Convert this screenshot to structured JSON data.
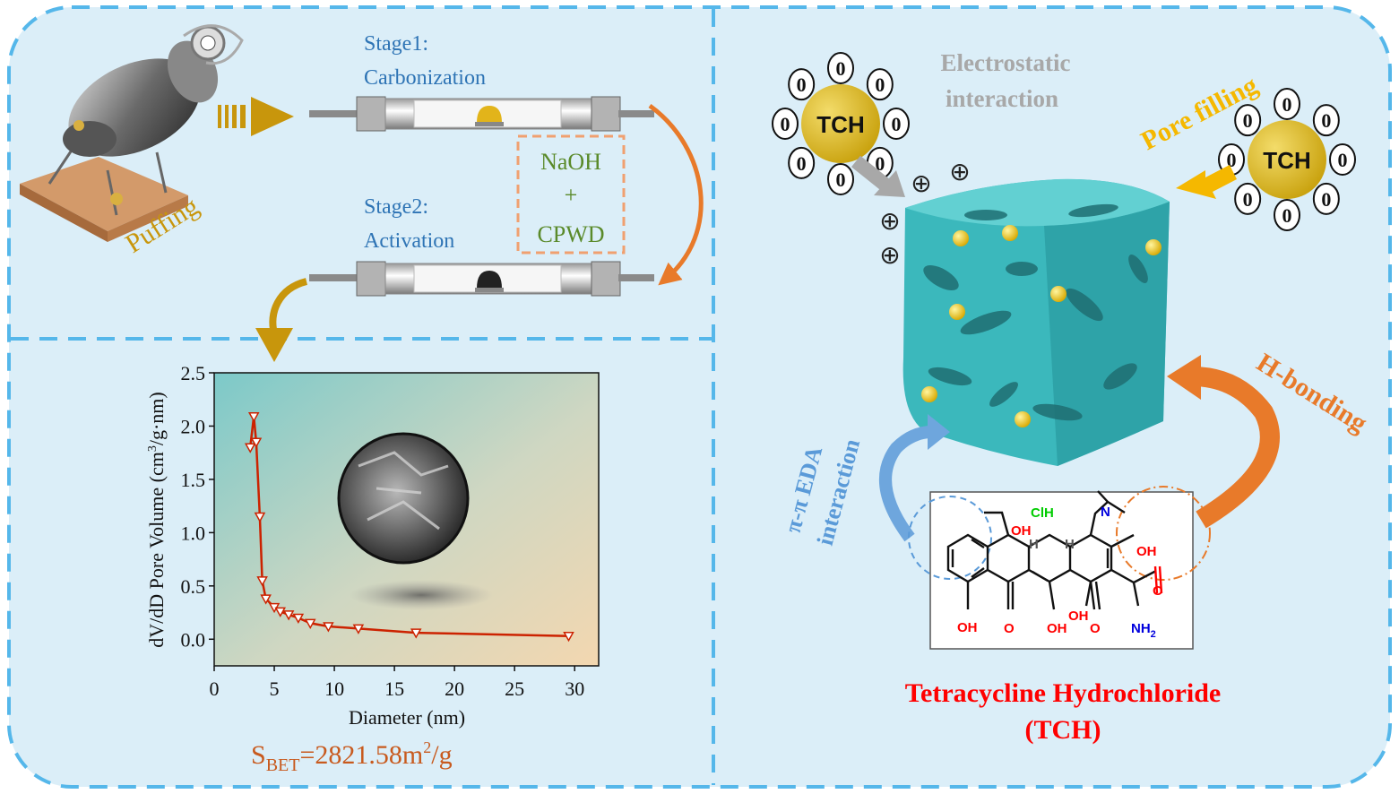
{
  "left_top": {
    "puffing_label": "Puffing",
    "stage1_line1": "Stage1:",
    "stage1_line2": "Carbonization",
    "stage2_line1": "Stage2:",
    "stage2_line2": "Activation",
    "reagent_line1": "NaOH",
    "reagent_line2": "+",
    "reagent_line3": "CPWD"
  },
  "sbet": {
    "prefix": "S",
    "subscript": "BET",
    "value": "=2821.58m",
    "sup": "2",
    "unit": "/g"
  },
  "right": {
    "electrostatic_line1": "Electrostatic",
    "electrostatic_line2": "interaction",
    "pore_filling": "Pore filling",
    "h_bonding": "H-bonding",
    "pi_line1": "π-π EDA",
    "pi_line2": "interaction",
    "tch": "TCH",
    "zero": "0",
    "plus": "⊕",
    "compound_line1": "Tetracycline Hydrochloride",
    "compound_line2": "(TCH)",
    "mol_labels": {
      "clh": "ClH",
      "oh": "OH",
      "h": "H",
      "n": "N",
      "o": "O",
      "nh2": "NH",
      "nh2_sub": "2"
    }
  },
  "colors": {
    "panel_bg": "#dbeef8",
    "dash": "#55b7ea",
    "stage_text": "#2e74b5",
    "reagent_text": "#5a8a2a",
    "reagent_box": "#f0a070",
    "puffing": "#c8960c",
    "curve": "#cc2200",
    "sbet": "#c85a1e",
    "tch_ball": "#e0b820",
    "cube": "#3bb8bc",
    "electrostatic": "#a8a8a8",
    "pore_filling": "#f5b800",
    "h_bonding": "#e87a2a",
    "pi": "#5a9ad8",
    "compound": "#ff0000"
  },
  "chart_data": {
    "type": "line",
    "title": "",
    "xlabel": "Diameter (nm)",
    "ylabel": "dV/dD Pore Volume (cm3/g·nm)",
    "ylabel_parts": [
      "dV/dD Pore Volume (cm",
      "3",
      "/g·nm)"
    ],
    "xlim": [
      0,
      32
    ],
    "ylim": [
      -0.25,
      2.5
    ],
    "xticks": [
      0,
      5,
      10,
      15,
      20,
      25,
      30
    ],
    "yticks": [
      0.0,
      0.5,
      1.0,
      1.5,
      2.0,
      2.5
    ],
    "ytick_labels": [
      "0.0",
      "0.5",
      "1.0",
      "1.5",
      "2.0",
      "2.5"
    ],
    "xtick_labels": [
      "0",
      "5",
      "10",
      "15",
      "20",
      "25",
      "30"
    ],
    "series": [
      {
        "x": [
          3.0,
          3.3,
          3.5,
          3.8,
          4.0,
          4.3,
          5.0,
          5.5,
          6.2,
          7.0,
          8.0,
          9.5,
          12.0,
          16.8,
          29.5
        ],
        "y": [
          1.8,
          2.09,
          1.85,
          1.15,
          0.55,
          0.38,
          0.3,
          0.26,
          0.23,
          0.2,
          0.15,
          0.12,
          0.1,
          0.06,
          0.03
        ]
      }
    ],
    "grid": false,
    "marker": "triangle-down"
  }
}
